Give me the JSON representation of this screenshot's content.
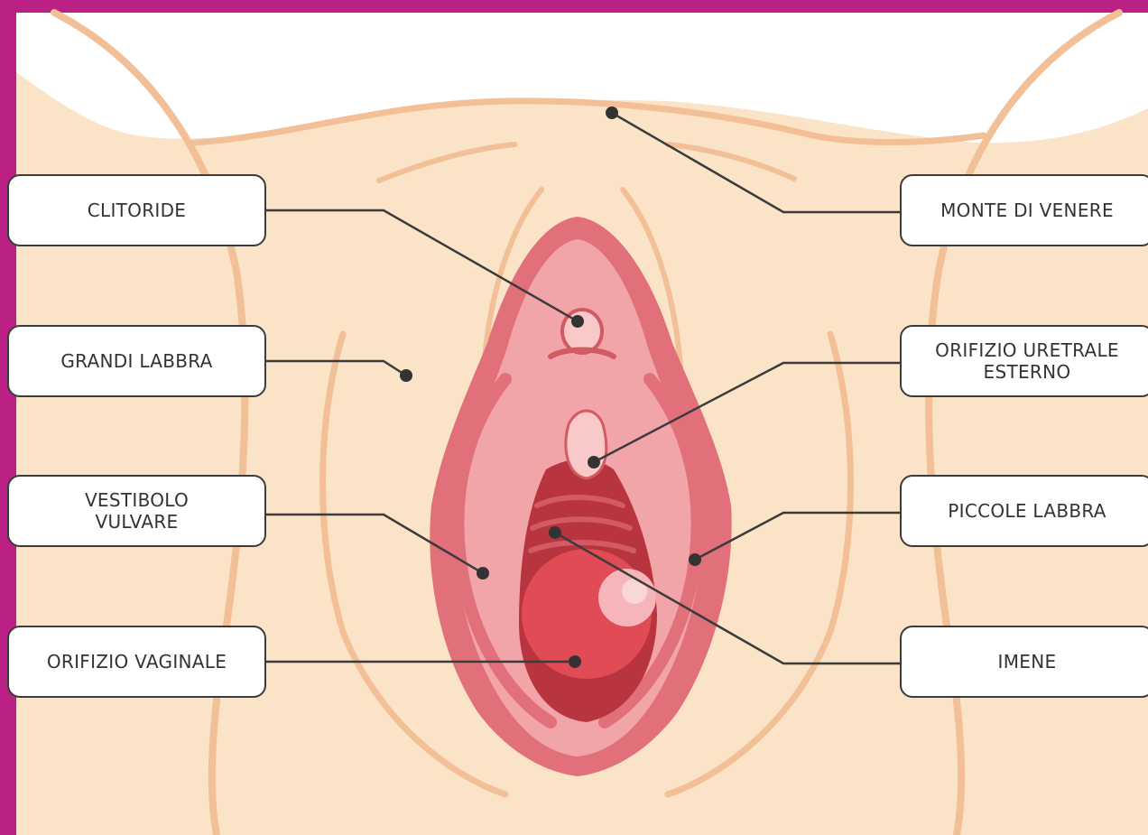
{
  "colors": {
    "frame": "#bb2185",
    "skin": "#fbe3c7",
    "skin_line": "#f2bf96",
    "background_top": "#ffffff",
    "tissue_outer": "#e2707a",
    "tissue_inner": "#f2a5a8",
    "tissue_dark": "#b8343f",
    "leader_line": "#3b3b3b"
  },
  "labels": {
    "clitoride": "CLITORIDE",
    "grandi_labbra": "GRANDI LABBRA",
    "vestibolo_vulvare": "VESTIBOLO\nVULVARE",
    "orifizio_vaginale": "ORIFIZIO VAGINALE",
    "monte_di_venere": "MONTE DI VENERE",
    "orifizio_uretrale": "ORIFIZIO URETRALE\nESTERNO",
    "piccole_labbra": "PICCOLE LABBRA",
    "imene": "IMENE"
  }
}
